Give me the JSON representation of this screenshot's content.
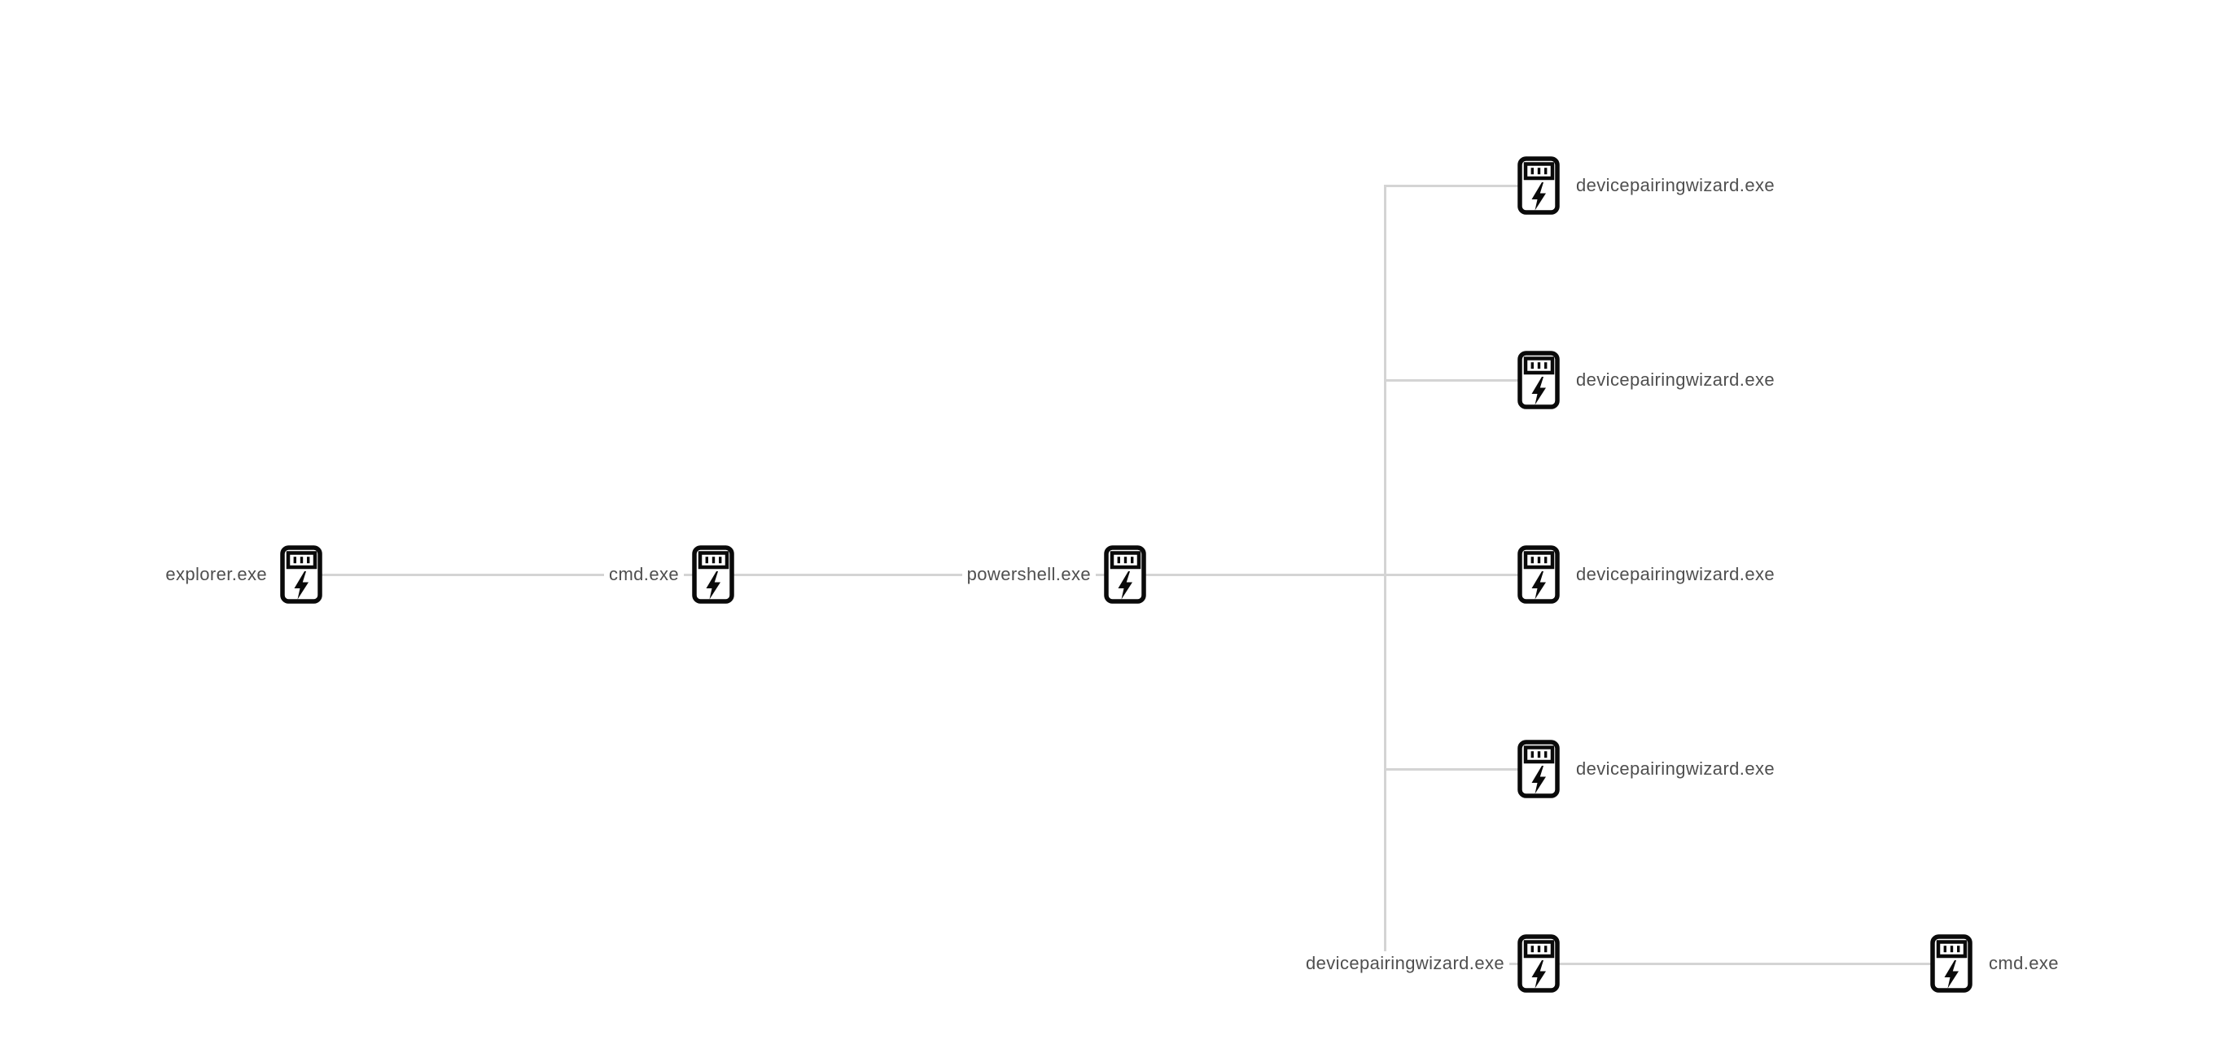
{
  "diagram": {
    "type": "process-tree",
    "background_color": "#ffffff",
    "connector_color": "#d4d4d4",
    "label_color": "#4f4f4f",
    "node_icon": "process-lightning-icon",
    "nodes": [
      {
        "id": "explorer",
        "label": "explorer.exe",
        "label_side": "left",
        "parent": null
      },
      {
        "id": "cmd-1",
        "label": "cmd.exe",
        "label_side": "left",
        "parent": "explorer"
      },
      {
        "id": "powershell",
        "label": "powershell.exe",
        "label_side": "left",
        "parent": "cmd-1"
      },
      {
        "id": "devicepairingwizard-1",
        "label": "devicepairingwizard.exe",
        "label_side": "right",
        "parent": "powershell"
      },
      {
        "id": "devicepairingwizard-2",
        "label": "devicepairingwizard.exe",
        "label_side": "right",
        "parent": "powershell"
      },
      {
        "id": "devicepairingwizard-3",
        "label": "devicepairingwizard.exe",
        "label_side": "right",
        "parent": "powershell"
      },
      {
        "id": "devicepairingwizard-4",
        "label": "devicepairingwizard.exe",
        "label_side": "right",
        "parent": "powershell"
      },
      {
        "id": "devicepairingwizard-5",
        "label": "devicepairingwizard.exe",
        "label_side": "left",
        "parent": "powershell"
      },
      {
        "id": "cmd-2",
        "label": "cmd.exe",
        "label_side": "right",
        "parent": "devicepairingwizard-5"
      }
    ],
    "edges": [
      [
        "explorer",
        "cmd-1"
      ],
      [
        "cmd-1",
        "powershell"
      ],
      [
        "powershell",
        "devicepairingwizard-1"
      ],
      [
        "powershell",
        "devicepairingwizard-2"
      ],
      [
        "powershell",
        "devicepairingwizard-3"
      ],
      [
        "powershell",
        "devicepairingwizard-4"
      ],
      [
        "powershell",
        "devicepairingwizard-5"
      ],
      [
        "devicepairingwizard-5",
        "cmd-2"
      ]
    ]
  }
}
